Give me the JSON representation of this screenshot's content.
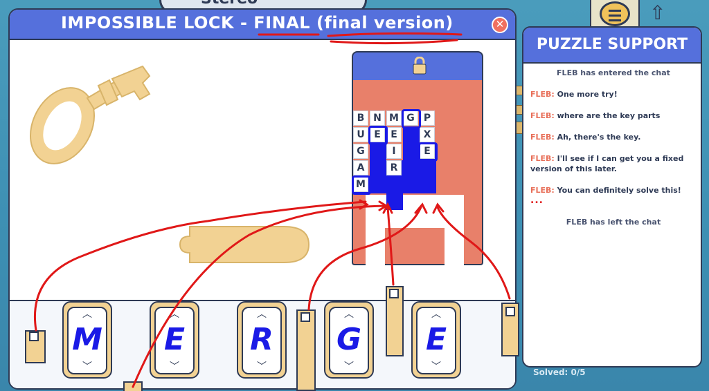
{
  "background": {
    "tab_text": "Stereo"
  },
  "window": {
    "title_prefix": "IMPOSSIBLE LOCK - ",
    "title_final": "FINAL",
    "title_suffix": "(final version)",
    "close_label": "✕"
  },
  "grid": {
    "rows": [
      [
        "B",
        "N",
        "M",
        "G",
        "P"
      ],
      [
        "U",
        "E",
        "E",
        "",
        "X"
      ],
      [
        "G",
        "",
        "I",
        "",
        "E"
      ],
      [
        "A",
        "",
        "R",
        "",
        ""
      ],
      [
        "M",
        "",
        "",
        "",
        ""
      ]
    ]
  },
  "cards": [
    {
      "letter": "M",
      "up": "︿",
      "down": "﹀"
    },
    {
      "letter": "E",
      "up": "︿",
      "down": "﹀"
    },
    {
      "letter": "R",
      "up": "︿",
      "down": "﹀"
    },
    {
      "letter": "G",
      "up": "︿",
      "down": "﹀"
    },
    {
      "letter": "E",
      "up": "︿",
      "down": "﹀"
    }
  ],
  "chat": {
    "title": "PUZZLE SUPPORT",
    "messages": [
      {
        "type": "system",
        "text": "FLEB has entered the chat"
      },
      {
        "type": "user",
        "who": "FLEB:",
        "text": "One more try!"
      },
      {
        "type": "user",
        "who": "FLEB:",
        "text": "where are the key parts"
      },
      {
        "type": "user",
        "who": "FLEB:",
        "text": "Ah, there's the key."
      },
      {
        "type": "user",
        "who": "FLEB:",
        "text": "I'll see if I can get you a fixed version of this later."
      },
      {
        "type": "user",
        "who": "FLEB:",
        "text": "You can definitely solve this!",
        "dots": "..."
      },
      {
        "type": "system",
        "text": "FLEB has left the chat"
      }
    ],
    "solved_label": "Solved: 0/5"
  },
  "colors": {
    "accent_blue": "#5570dc",
    "ink_blue": "#1a1ae6",
    "annotation_red": "#e01818",
    "lock_body": "#e8806a",
    "key_tan": "#f2d293"
  }
}
